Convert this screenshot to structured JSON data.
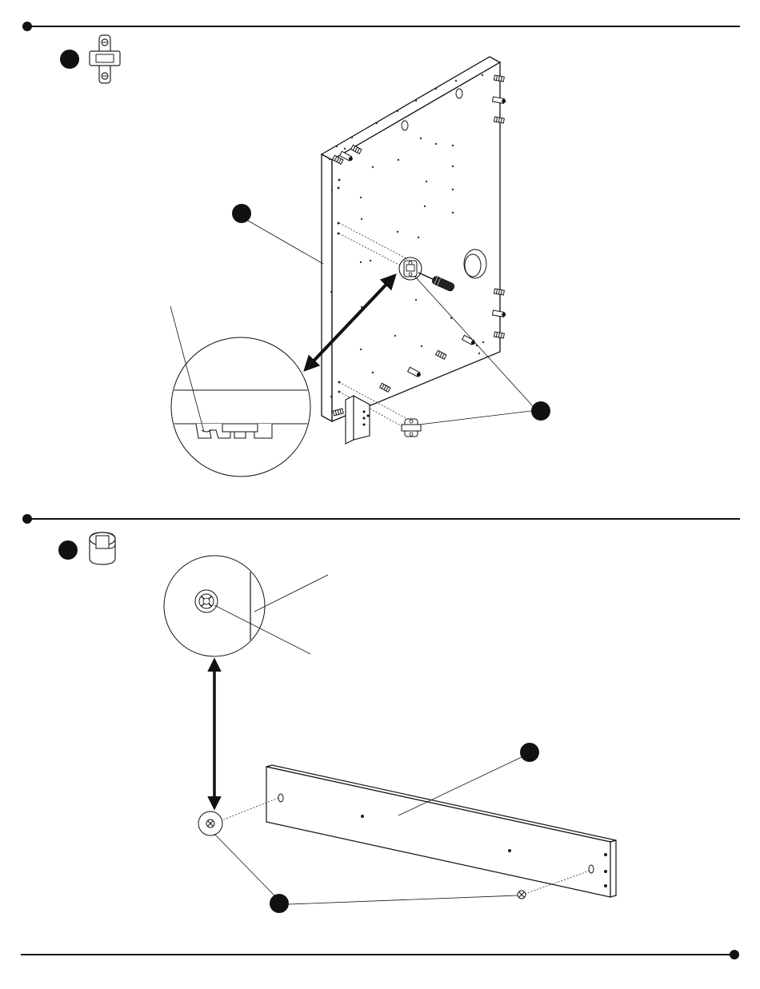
{
  "page": {
    "background": "#ffffff",
    "ink": "#111111"
  },
  "steps": [
    {
      "name": "step-1",
      "parts_shown": [
        "hinge-plate-icon"
      ],
      "callouts": 2,
      "detail_view": "hinge-mounting-detail"
    },
    {
      "name": "step-2",
      "parts_shown": [
        "cam-lock-icon"
      ],
      "callouts": 2,
      "detail_view": "cam-lock-detail"
    }
  ]
}
